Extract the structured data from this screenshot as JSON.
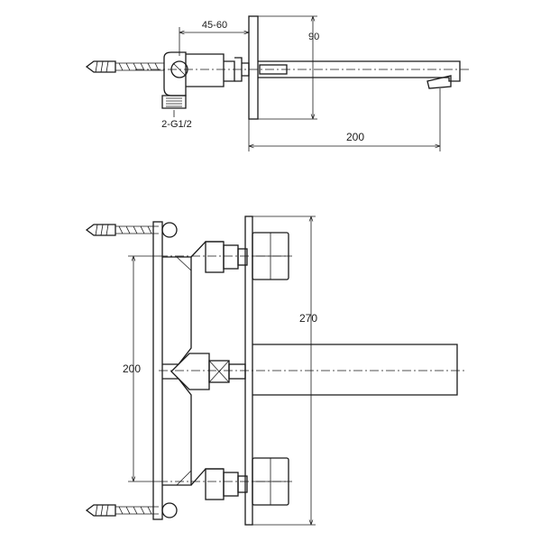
{
  "dimensions": {
    "top_offset": "45-60",
    "top_height": "90",
    "top_spout": "200",
    "top_thread": "2-G1/2",
    "front_height": "270",
    "front_spacing": "200"
  }
}
